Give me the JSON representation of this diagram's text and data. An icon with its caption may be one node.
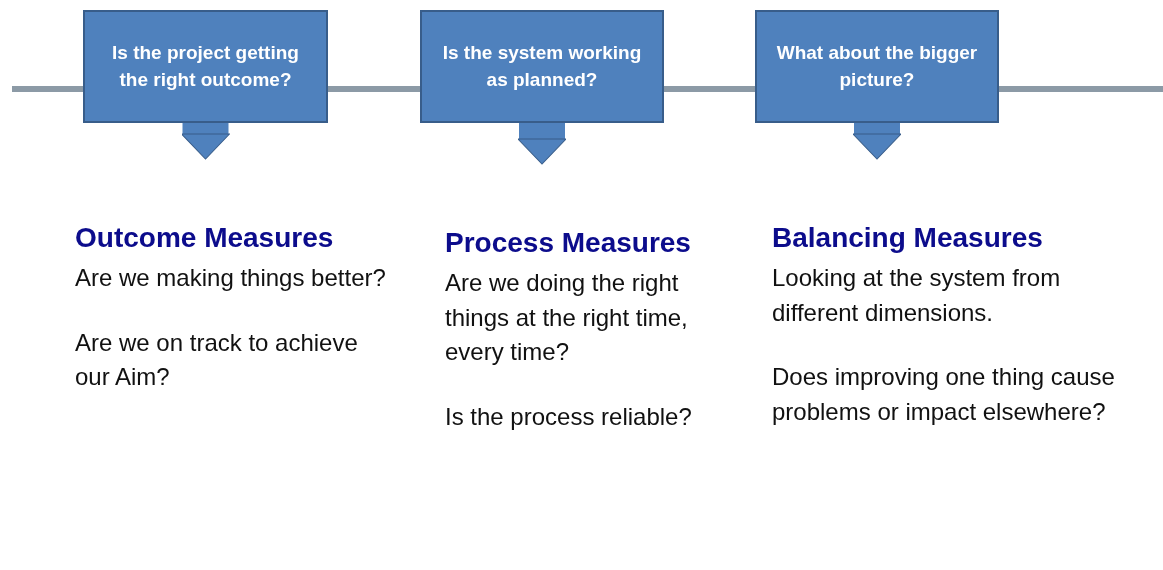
{
  "diagram": {
    "nodes": [
      {
        "text": [
          "Is the project getting the right outcome?"
        ]
      },
      {
        "text": [
          "Is the system working as planned?"
        ]
      },
      {
        "text": [
          "What about the bigger picture?"
        ]
      },
      {
        "text": [
          "Outcome Measures",
          "Are we making things better?",
          "Are we on track to achieve our Aim?"
        ]
      },
      {
        "text": [
          "Process Measures",
          "Are we doing the right things at the right time, every time?",
          "Is the process reliable?"
        ]
      },
      {
        "text": [
          "Balancing Measures",
          "Looking at the system from different dimensions.",
          "Does improving one thing cause problems or impact elsewhere?"
        ]
      }
    ],
    "edges": [
      {
        "from": 0,
        "to": 3,
        "arrow": "to"
      },
      {
        "from": 1,
        "to": 4,
        "arrow": "to"
      },
      {
        "from": 2,
        "to": 5,
        "arrow": "to"
      }
    ]
  }
}
